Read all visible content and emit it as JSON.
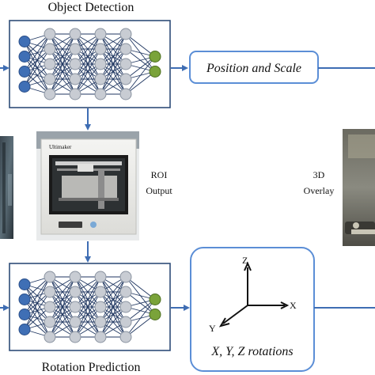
{
  "diagram": {
    "top_network": {
      "title": "Object Detection"
    },
    "bottom_network": {
      "title": "Rotation Prediction"
    },
    "position_box": {
      "label": "Position and Scale"
    },
    "rotation_box": {
      "axis_z": "Z",
      "axis_x": "X",
      "axis_y": "Y",
      "label": "X, Y, Z rotations"
    },
    "roi_label": {
      "line1": "ROI",
      "line2": "Output"
    },
    "overlay_label": {
      "line1": "3D",
      "line2": "Overlay"
    },
    "roi_image": {
      "brand": "Ultimaker",
      "description": "3D printer photo"
    },
    "colors": {
      "network_box_border": "#2e4c78",
      "node_input": "#3f6fb5",
      "node_hidden": "#c8ccd3",
      "node_output": "#7aa33a",
      "edge": "#1f3660",
      "rounded_box_border": "#5b8ed6",
      "arrow": "#3e6db3"
    },
    "layers": [
      4,
      5,
      5,
      5,
      2
    ]
  }
}
